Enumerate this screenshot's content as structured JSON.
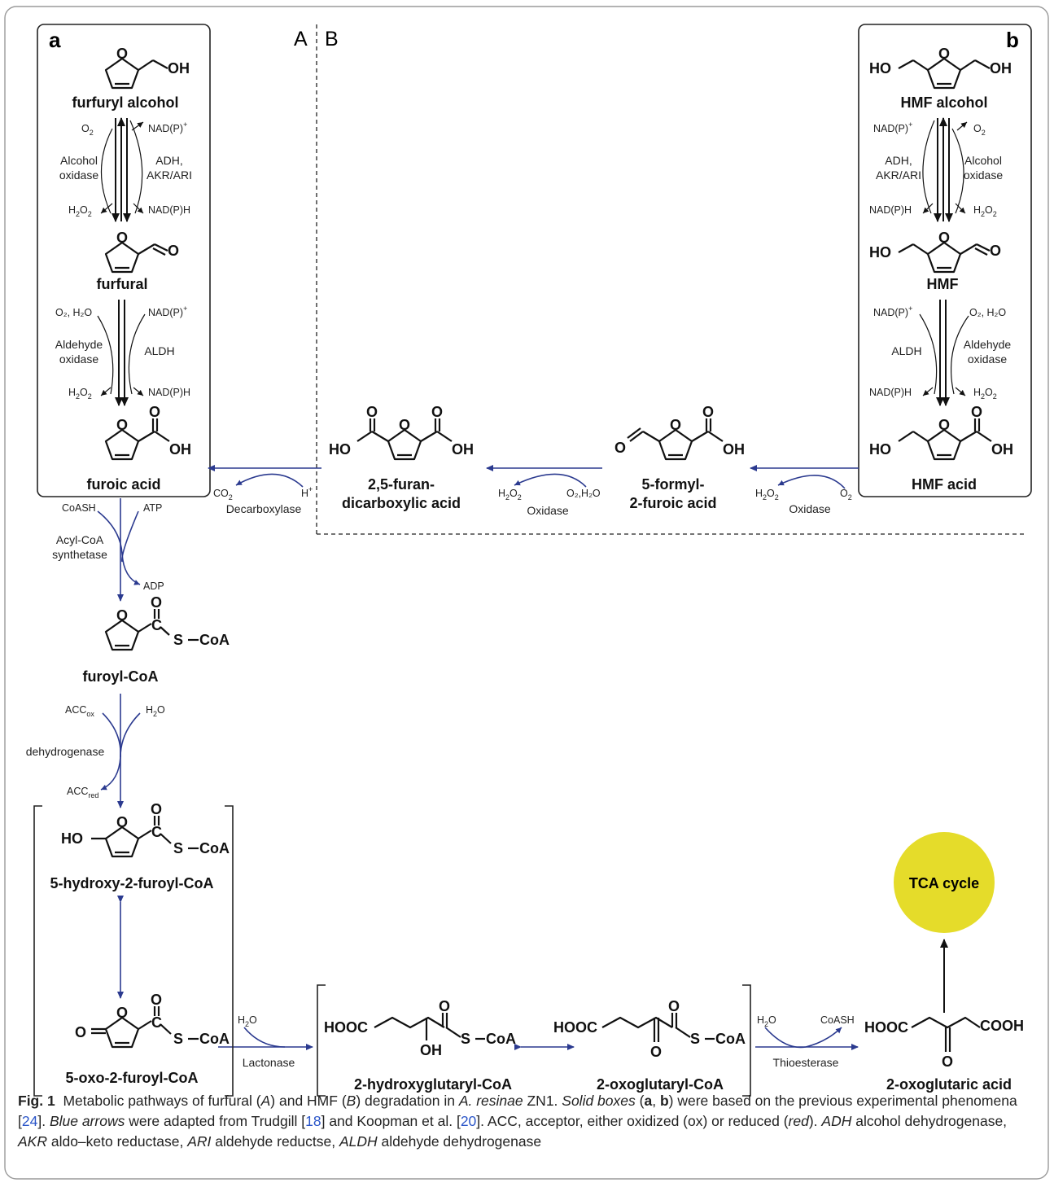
{
  "panels": {
    "label_a": "a",
    "label_b": "b",
    "region_A": "A",
    "region_B": "B"
  },
  "compounds": {
    "furfuryl_alcohol": "furfuryl alcohol",
    "furfural": "furfural",
    "furoic_acid": "furoic acid",
    "furoyl_coa": "furoyl-CoA",
    "hydroxy_furoyl_coa": "5-hydroxy-2-furoyl-CoA",
    "oxo_furoyl_coa": "5-oxo-2-furoyl-CoA",
    "hydroxyglutaryl_coa": "2-hydroxyglutaryl-CoA",
    "oxoglutaryl_coa": "2-oxoglutaryl-CoA",
    "oxoglutaric_acid": "2-oxoglutaric acid",
    "hmf_alcohol": "HMF alcohol",
    "hmf": "HMF",
    "hmf_acid": "HMF acid",
    "formyl_furoic_1": "5-formyl-",
    "formyl_furoic_2": "2-furoic acid",
    "fdca_1": "2,5-furan-",
    "fdca_2": "dicarboxylic acid"
  },
  "groups": {
    "oh": "OH",
    "ho": "HO",
    "o": "O",
    "c": "C",
    "s": "S",
    "coa": "CoA",
    "hooc": "HOOC",
    "cooh": "COOH"
  },
  "enzymes": {
    "alcohol_oxidase_1": "Alcohol",
    "alcohol_oxidase_2": "oxidase",
    "adh_1": "ADH,",
    "adh_2": "AKR/ARI",
    "aldehyde_oxidase_1": "Aldehyde",
    "aldehyde_oxidase_2": "oxidase",
    "aldh": "ALDH",
    "acyl_coa_1": "Acyl-CoA",
    "acyl_coa_2": "synthetase",
    "dehydrogenase": "dehydrogenase",
    "decarboxylase": "Decarboxylase",
    "oxidase": "Oxidase",
    "lactonase": "Lactonase",
    "thioesterase": "Thioesterase"
  },
  "cofactors": {
    "o2": "O",
    "h2o2": "H",
    "nadp_plus": "NAD(P)",
    "nadph": "NAD(P)H",
    "o2_h2o": "O",
    "coash": "CoASH",
    "atp": "ATP",
    "adp": "ADP",
    "acc": "ACC",
    "ox": "ox",
    "red": "red",
    "h2o": "H",
    "co2": "CO",
    "h_plus": "H",
    "sub2": "2",
    "sup_plus": "+",
    "o2h2o_text": "O₂,H₂O",
    "o2_comma_h2o": "O₂, H₂O"
  },
  "tca": {
    "label": "TCA cycle"
  },
  "caption": {
    "fig": "Fig. 1",
    "t1": "Metabolic pathways of furfural (",
    "t1a": "A",
    "t2": ") and HMF (",
    "t2b": "B",
    "t3": ") degradation in ",
    "t3sp": "A. resinae",
    "t4": " ZN1. ",
    "t4sb": "Solid boxes",
    "t5": " (",
    "t5a": "a",
    "t5c": ", ",
    "t5b": "b",
    "t6": ") were based on the previous experimental phenomena [",
    "ref24": "24",
    "t7": "]. ",
    "t7ba": "Blue arrows",
    "t8": " were adapted from Trudgill [",
    "ref18": "18",
    "t9": "] and Koopman et al. [",
    "ref20": "20",
    "t10": "]. ACC, acceptor, either oxidized (ox) or reduced (",
    "t10red": "red",
    "t11": "). ",
    "adh": "ADH",
    "t12": " alcohol dehydrogenase, ",
    "akr": "AKR",
    "t13": " aldo–keto reductase, ",
    "ari": "ARI",
    "t14": " aldehyde reductse, ",
    "aldh": "ALDH",
    "t15": " aldehyde dehydrogenase"
  },
  "colors": {
    "blue": "#2b3a8f",
    "black": "#111111",
    "tca": "#e5dc2a"
  }
}
